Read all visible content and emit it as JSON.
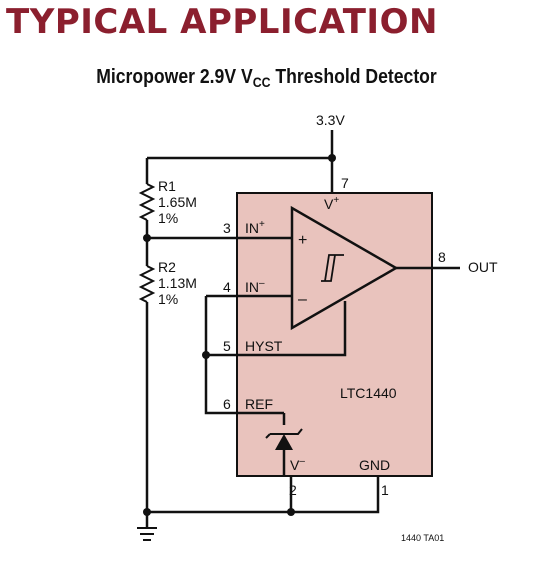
{
  "header": {
    "heading": "TYPICAL APPLICATION",
    "subtitle_prefix": "Micropower 2.9V V",
    "subtitle_sub": "CC",
    "subtitle_suffix": " Threshold Detector"
  },
  "schematic": {
    "supply": "3.3V",
    "chip_name": "LTC1440",
    "pin7_num": "7",
    "pin7_name": "V",
    "pin7_sup": "+",
    "pin3_num": "3",
    "pin3_name": "IN",
    "pin3_sup": "+",
    "pin4_num": "4",
    "pin4_name": "IN",
    "pin4_sup": "–",
    "pin5_num": "5",
    "pin5_name": "HYST",
    "pin6_num": "6",
    "pin6_name": "REF",
    "pin8_num": "8",
    "out_label": "OUT",
    "pin2_num": "2",
    "pin2_name": "V",
    "pin2_sup": "–",
    "pin1_num": "1",
    "pin1_name": "GND",
    "opamp_plus": "+",
    "opamp_minus": "–",
    "r1": {
      "name": "R1",
      "value": "1.65M",
      "tol": "1%"
    },
    "r2": {
      "name": "R2",
      "value": "1.13M",
      "tol": "1%"
    },
    "chip_fill": "#e9c3bd",
    "figure_code": "1440 TA01"
  }
}
